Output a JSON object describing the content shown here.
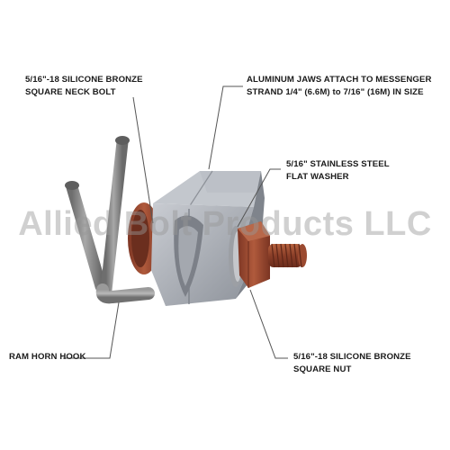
{
  "callouts": {
    "bolt": {
      "line1": "5/16\"-18 SILICONE BRONZE",
      "line2": "SQUARE NECK BOLT"
    },
    "jaws": {
      "line1": "ALUMINUM JAWS ATTACH TO MESSENGER",
      "line2": "STRAND 1/4\" (6.6M) to 7/16\" (16M) IN SIZE"
    },
    "washer": {
      "line1": "5/16\" STAINLESS STEEL",
      "line2": "FLAT WASHER"
    },
    "hook": {
      "line1": "RAM HORN HOOK"
    },
    "nut": {
      "line1": "5/16\"-18 SILICONE BRONZE",
      "line2": "SQUARE NUT"
    }
  },
  "watermark": "Allied Bolt Products LLC",
  "colors": {
    "aluminum": "#a9aeb6",
    "bronze": "#9c4a30",
    "steel_hook": "#8e8e8e",
    "leader_line": "#555555"
  }
}
